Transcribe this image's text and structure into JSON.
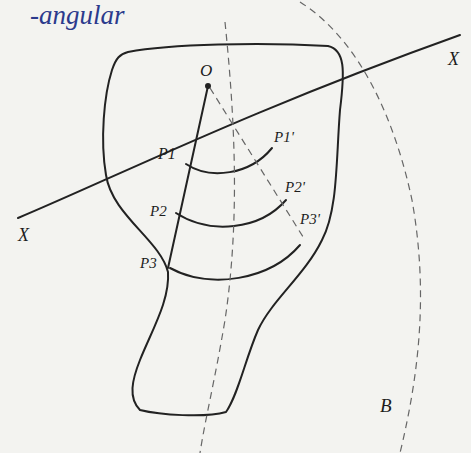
{
  "diagram": {
    "labels": [
      "-angular",
      "X",
      "X",
      "O",
      "P1",
      "P2",
      "P3",
      "P1'",
      "P2'",
      "P3'",
      "B"
    ]
  }
}
